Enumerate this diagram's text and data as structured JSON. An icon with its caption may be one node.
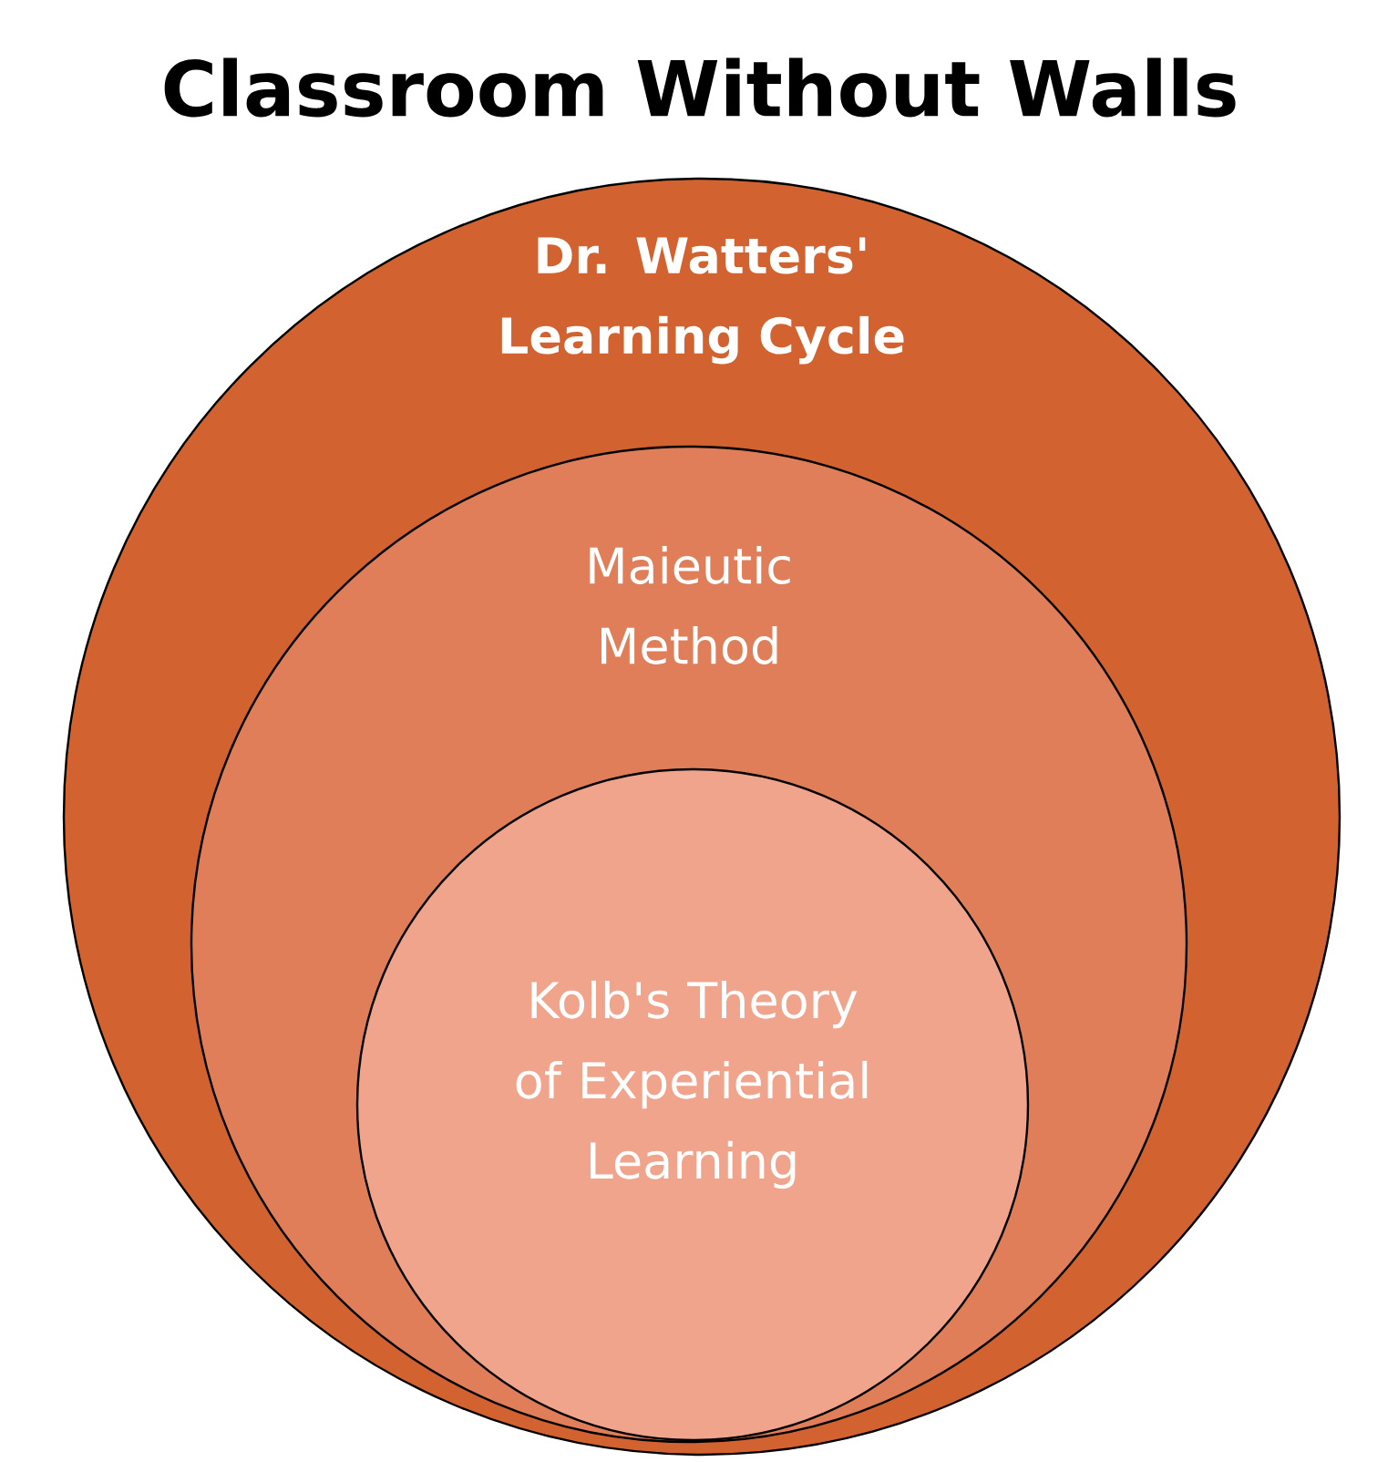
{
  "diagram": {
    "title": "Classroom Without Walls",
    "nodes": [
      {
        "text": [
          "Dr. Watters' Learning Cycle"
        ]
      },
      {
        "text": [
          "Maieutic Method"
        ],
        "in": 0
      },
      {
        "text": [
          "Kolb's Theory of Experiential Learning"
        ],
        "in": 1
      }
    ],
    "edges": []
  }
}
